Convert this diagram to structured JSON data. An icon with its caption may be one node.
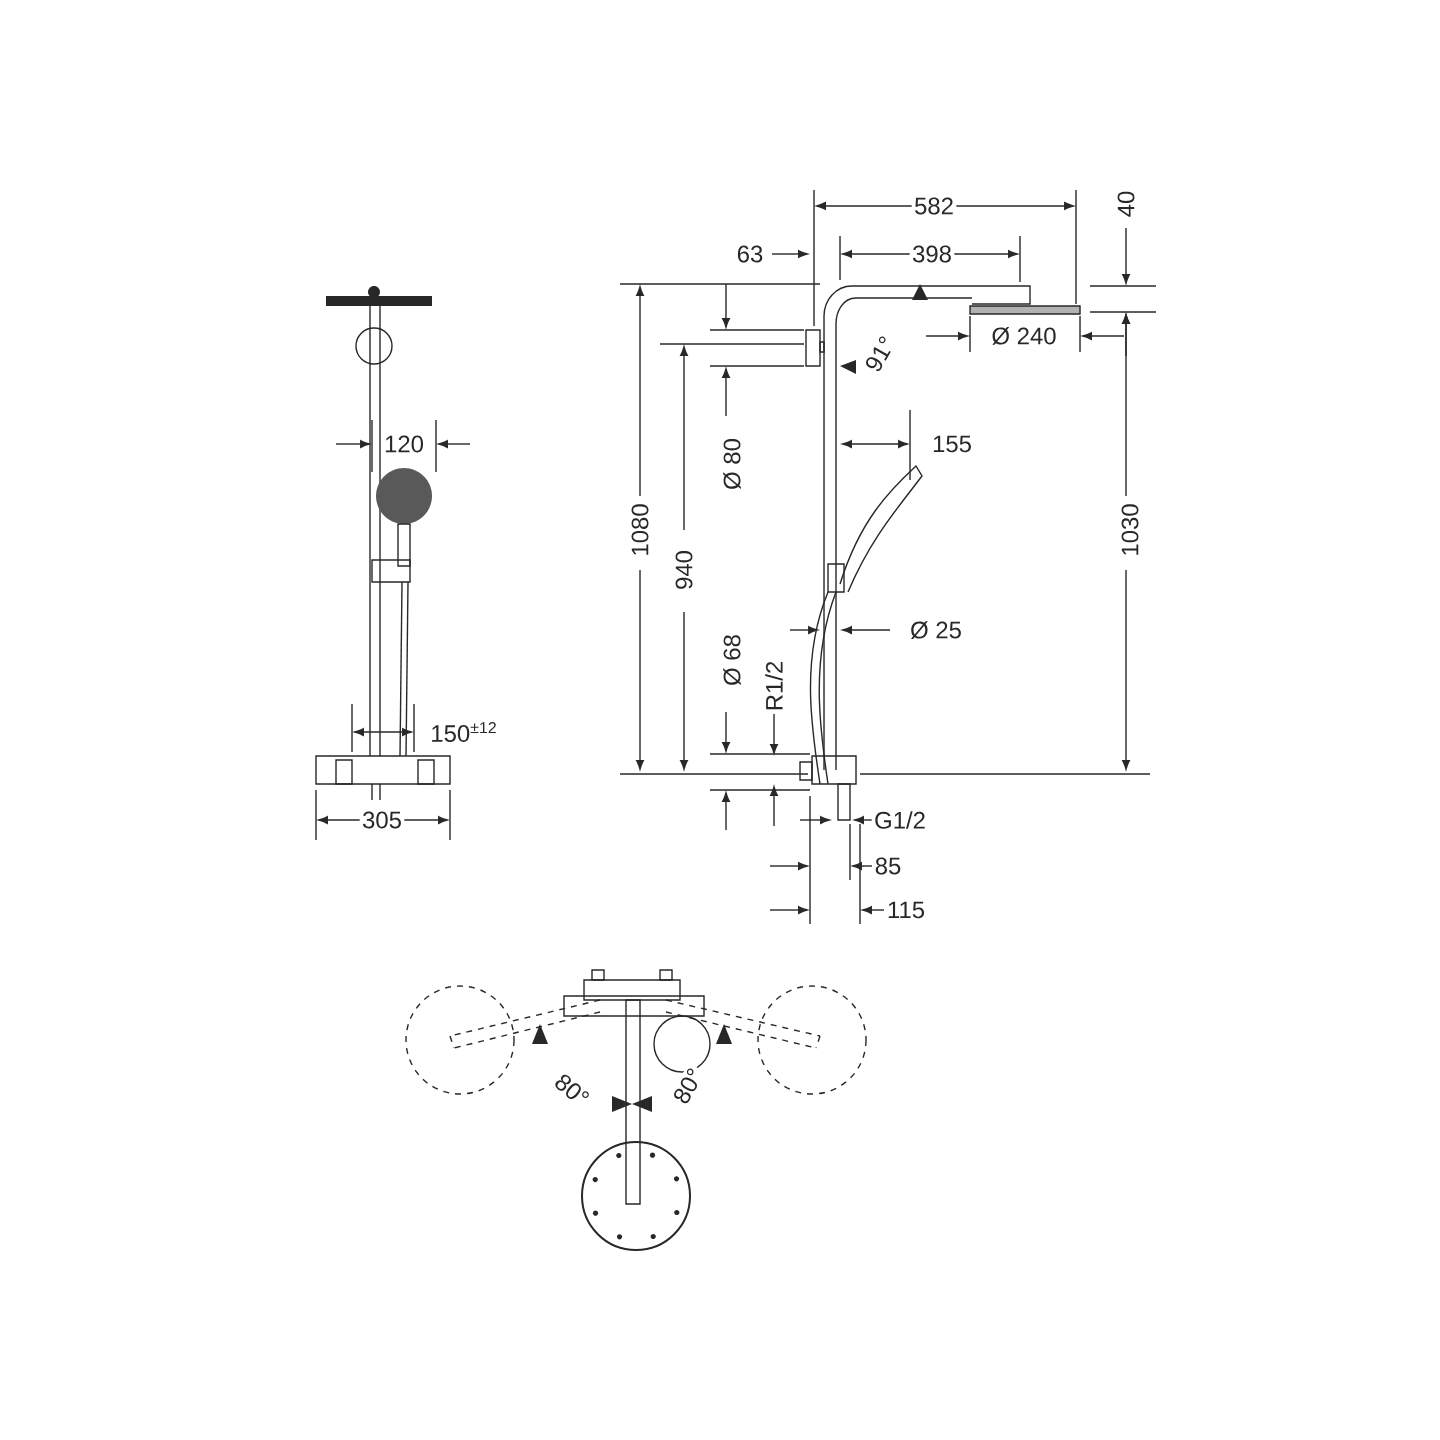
{
  "diagram": {
    "labels": [
      "582",
      "40",
      "63",
      "398",
      "91°",
      "Ø 240",
      "120",
      "Ø 80",
      "155",
      "1080",
      "940",
      "1030",
      "Ø 25",
      "Ø 68",
      "R1/2",
      "150$^{±12}$",
      "G1/2",
      "305",
      "85",
      "115",
      "80°",
      "80°"
    ]
  }
}
